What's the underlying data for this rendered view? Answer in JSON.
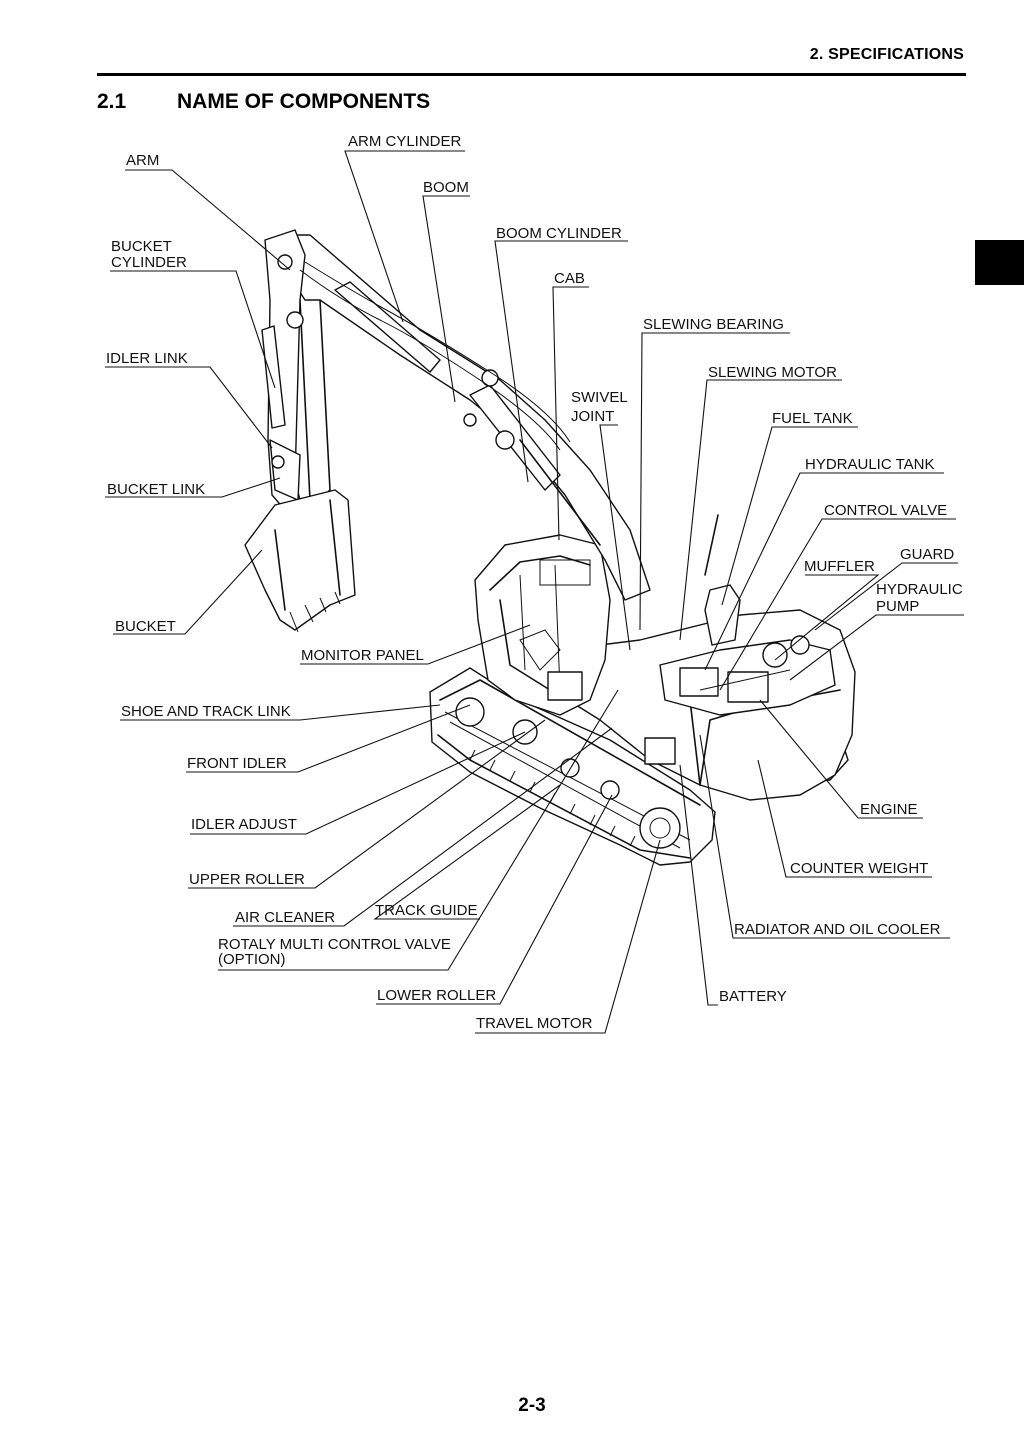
{
  "header": {
    "section": "2. SPECIFICATIONS"
  },
  "section": {
    "number": "2.1",
    "title": "NAME OF COMPONENTS"
  },
  "page_number": "2-3",
  "labels": {
    "arm_cylinder": "ARM CYLINDER",
    "arm": "ARM",
    "boom": "BOOM",
    "bucket_cylinder_1": "BUCKET",
    "bucket_cylinder_2": "CYLINDER",
    "boom_cylinder": "BOOM CYLINDER",
    "cab": "CAB",
    "slewing_bearing": "SLEWING BEARING",
    "idler_link": "IDLER LINK",
    "slewing_motor": "SLEWING MOTOR",
    "swivel_joint_1": "SWIVEL",
    "swivel_joint_2": "JOINT",
    "fuel_tank": "FUEL TANK",
    "hydraulic_tank": "HYDRAULIC TANK",
    "bucket_link": "BUCKET LINK",
    "control_valve": "CONTROL VALVE",
    "guard": "GUARD",
    "muffler": "MUFFLER",
    "hydraulic_pump_1": "HYDRAULIC",
    "hydraulic_pump_2": "PUMP",
    "bucket": "BUCKET",
    "monitor_panel": "MONITOR PANEL",
    "shoe_and_track_link": "SHOE AND TRACK LINK",
    "front_idler": "FRONT IDLER",
    "engine": "ENGINE",
    "idler_adjust": "IDLER ADJUST",
    "counter_weight": "COUNTER WEIGHT",
    "upper_roller": "UPPER ROLLER",
    "track_guide": "TRACK GUIDE",
    "air_cleaner": "AIR CLEANER",
    "radiator_and_oil_cooler": "RADIATOR AND OIL COOLER",
    "rotaly_multi_control_valve_1": "ROTALY MULTI CONTROL VALVE",
    "rotaly_multi_control_valve_2": "(OPTION)",
    "lower_roller": "LOWER ROLLER",
    "battery": "BATTERY",
    "travel_motor": "TRAVEL MOTOR"
  }
}
